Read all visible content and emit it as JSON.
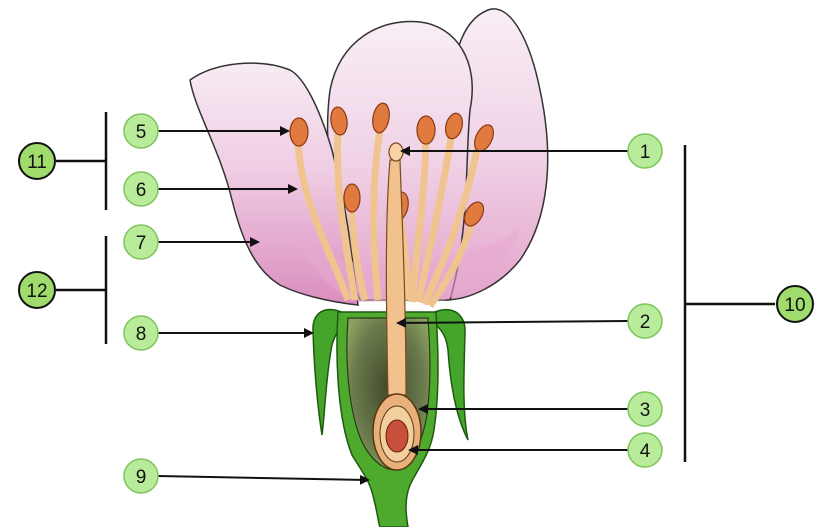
{
  "diagram": {
    "labels": {
      "l1": "1",
      "l2": "2",
      "l3": "3",
      "l4": "4",
      "l5": "5",
      "l6": "6",
      "l7": "7",
      "l8": "8",
      "l9": "9",
      "l10": "10",
      "l11": "11",
      "l12": "12"
    },
    "colors": {
      "label_fill": "#b9ec9a",
      "label_stroke": "#7cc45a",
      "group_label_fill": "#9fdc6c",
      "petal_light": "#f5e4f0",
      "petal_pink": "#e9b8d6",
      "petal_deep": "#d97fb6",
      "sepal_green": "#3c9e22",
      "receptacle_green": "#4eaa2c",
      "ovary_dark": "#5c6b44",
      "filament": "#f0c48e",
      "anther": "#e07a3e",
      "ovule_outer": "#e8b07a",
      "ovule_inner": "#c8503a",
      "line_color": "#111111"
    }
  }
}
